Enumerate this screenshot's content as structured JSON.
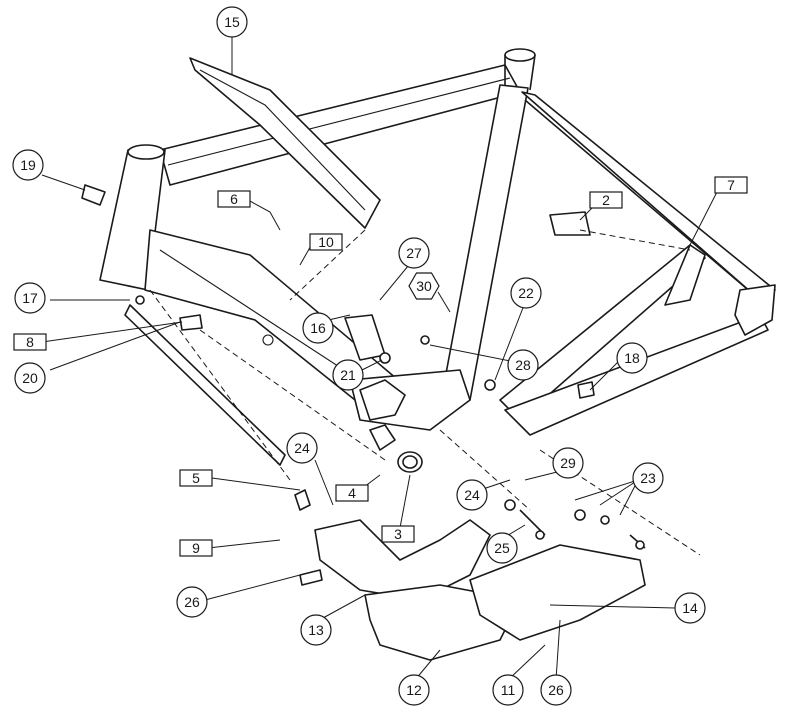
{
  "balloons": [
    {
      "label": "15",
      "shape": "circle"
    },
    {
      "label": "19",
      "shape": "circle"
    },
    {
      "label": "6",
      "shape": "rect"
    },
    {
      "label": "10",
      "shape": "rect"
    },
    {
      "label": "2",
      "shape": "rect"
    },
    {
      "label": "7",
      "shape": "rect"
    },
    {
      "label": "17",
      "shape": "circle"
    },
    {
      "label": "8",
      "shape": "rect"
    },
    {
      "label": "20",
      "shape": "circle"
    },
    {
      "label": "27",
      "shape": "circle"
    },
    {
      "label": "16",
      "shape": "circle"
    },
    {
      "label": "30",
      "shape": "hexagon"
    },
    {
      "label": "22",
      "shape": "circle"
    },
    {
      "label": "21",
      "shape": "circle"
    },
    {
      "label": "28",
      "shape": "circle"
    },
    {
      "label": "18",
      "shape": "circle"
    },
    {
      "label": "24",
      "shape": "circle"
    },
    {
      "label": "5",
      "shape": "rect"
    },
    {
      "label": "4",
      "shape": "rect"
    },
    {
      "label": "29",
      "shape": "circle"
    },
    {
      "label": "23",
      "shape": "circle"
    },
    {
      "label": "24",
      "shape": "circle"
    },
    {
      "label": "9",
      "shape": "rect"
    },
    {
      "label": "3",
      "shape": "rect-highlight"
    },
    {
      "label": "25",
      "shape": "circle"
    },
    {
      "label": "26",
      "shape": "circle"
    },
    {
      "label": "13",
      "shape": "circle"
    },
    {
      "label": "14",
      "shape": "circle"
    },
    {
      "label": "12",
      "shape": "circle"
    },
    {
      "label": "11",
      "shape": "circle"
    },
    {
      "label": "26",
      "shape": "circle"
    }
  ],
  "colors": {
    "line": "#1a1a1a",
    "background": "#ffffff",
    "highlight": "#ffff00"
  }
}
